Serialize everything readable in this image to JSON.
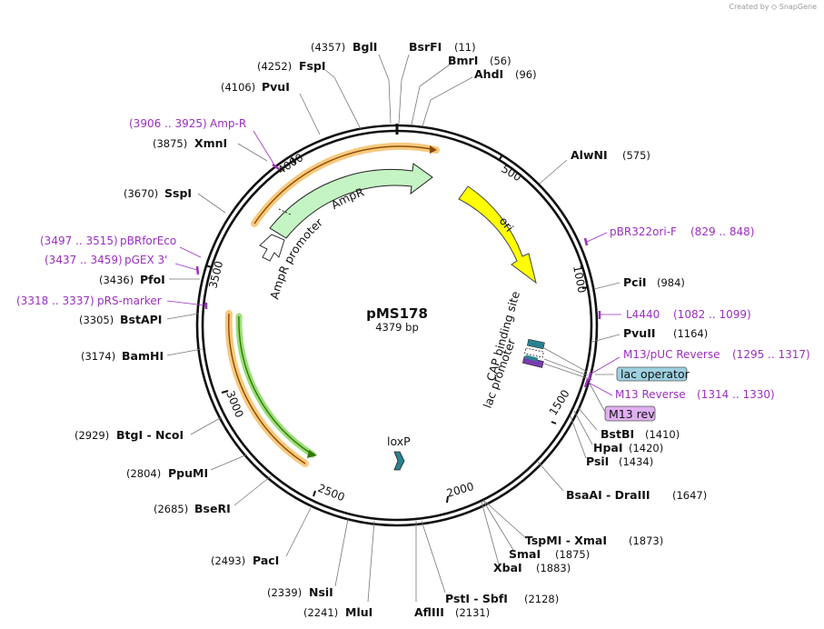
{
  "brand": {
    "prefix": "Created by",
    "name": "SnapGene"
  },
  "plasmid": {
    "name": "pMS178",
    "size_label": "4379 bp"
  },
  "ticks": [
    "500",
    "1000",
    "1500",
    "2000",
    "2500",
    "3000",
    "3500",
    "4000"
  ],
  "sites": [
    {
      "name": "BglI",
      "pos": "(4357)"
    },
    {
      "name": "BsrFI",
      "pos": "(11)"
    },
    {
      "name": "BmrI",
      "pos": "(56)"
    },
    {
      "name": "AhdI",
      "pos": "(96)"
    },
    {
      "name": "FspI",
      "pos": "(4252)"
    },
    {
      "name": "PvuI",
      "pos": "(4106)"
    },
    {
      "name": "AlwNI",
      "pos": "(575)"
    },
    {
      "name": "XmnI",
      "pos": "(3875)"
    },
    {
      "name": "SspI",
      "pos": "(3670)"
    },
    {
      "name": "PciI",
      "pos": "(984)"
    },
    {
      "name": "PvuII",
      "pos": "(1164)"
    },
    {
      "name": "PfoI",
      "pos": "(3436)"
    },
    {
      "name": "BstAPI",
      "pos": "(3305)"
    },
    {
      "name": "BamHI",
      "pos": "(3174)"
    },
    {
      "name": "BstBI",
      "pos": "(1410)"
    },
    {
      "name": "HpaI",
      "pos": "(1420)"
    },
    {
      "name": "PsiI",
      "pos": "(1434)"
    },
    {
      "name": "BtgI  -  NcoI",
      "pos": "(2929)"
    },
    {
      "name": "BsaAI  -  DraIII",
      "pos": "(1647)"
    },
    {
      "name": "PpuMI",
      "pos": "(2804)"
    },
    {
      "name": "BseRI",
      "pos": "(2685)"
    },
    {
      "name": "TspMI  -  XmaI",
      "pos": "(1873)"
    },
    {
      "name": "SmaI",
      "pos": "(1875)"
    },
    {
      "name": "XbaI",
      "pos": "(1883)"
    },
    {
      "name": "PacI",
      "pos": "(2493)"
    },
    {
      "name": "NsiI",
      "pos": "(2339)"
    },
    {
      "name": "PstI  -  SbfI",
      "pos": "(2128)"
    },
    {
      "name": "MluI",
      "pos": "(2241)"
    },
    {
      "name": "AflIII",
      "pos": "(2131)"
    }
  ],
  "primers": [
    {
      "name": "Amp-R",
      "range": "(3906 .. 3925)"
    },
    {
      "name": "pBR322ori-F",
      "range": "(829 .. 848)"
    },
    {
      "name": "pBRforEco",
      "range": "(3497 .. 3515)"
    },
    {
      "name": "pGEX 3'",
      "range": "(3437 .. 3459)"
    },
    {
      "name": "pRS-marker",
      "range": "(3318 .. 3337)"
    },
    {
      "name": "L4440",
      "range": "(1082 .. 1099)"
    },
    {
      "name": "M13/pUC Reverse",
      "range": "(1295 .. 1317)"
    },
    {
      "name": "M13 Reverse",
      "range": "(1314 .. 1330)"
    }
  ],
  "features": {
    "ampr": "AmpR",
    "ampr_promoter": "AmpR promoter",
    "ori": "ori",
    "cap_site": "CAP binding site",
    "lac_promoter": "lac promoter",
    "lac_operator": "lac operator",
    "m13_rev": "M13 rev",
    "loxp": "loxP"
  },
  "colors": {
    "primer": "#9b2fc1",
    "ampr_fill": "#c4f4c4",
    "ori_fill": "#ffff00",
    "orange_band": "#f7c97e",
    "green_band": "#9cde7a",
    "lac_operator_fill": "#9ed0e0",
    "m13_rev_fill": "#e0b0f0",
    "loxp_fill": "#2a8290",
    "cap_fill": "#2a8290",
    "lac_promoter_fill": "#7a3bb0"
  }
}
